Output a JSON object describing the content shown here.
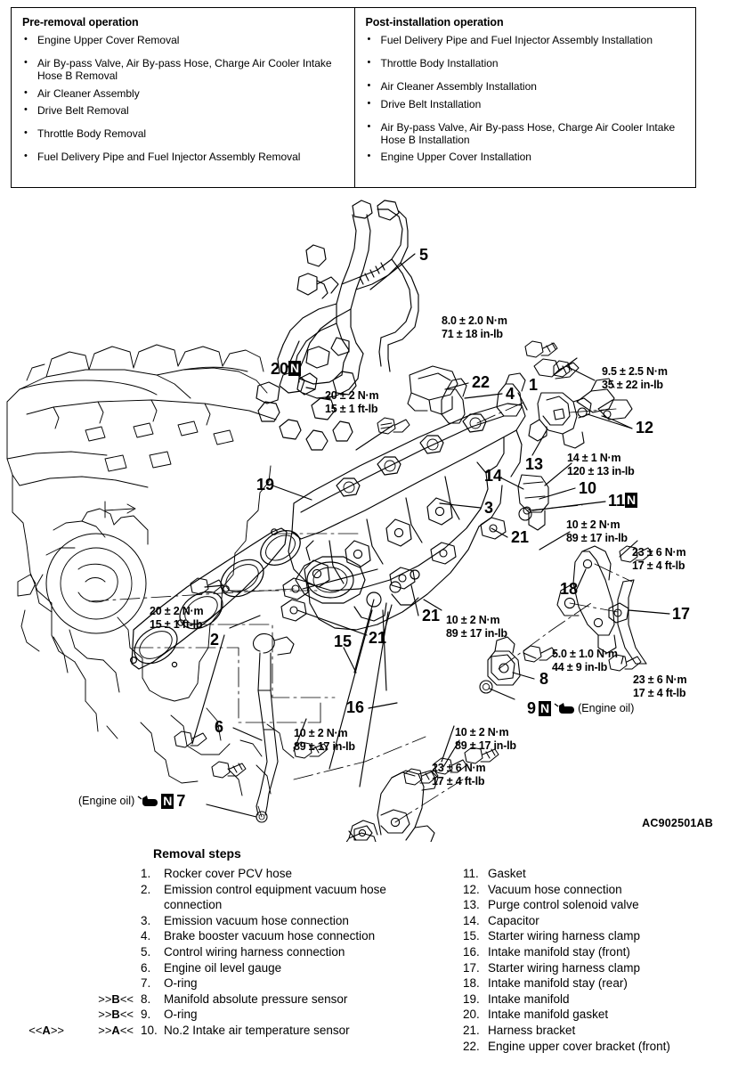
{
  "operations": {
    "pre": {
      "title": "Pre-removal operation",
      "items": [
        {
          "text": "Engine Upper Cover Removal",
          "spacing": "none"
        },
        {
          "text": "Air By-pass Valve, Air By-pass Hose, Charge Air Cooler Intake Hose B Removal",
          "spacing": "gap"
        },
        {
          "text": "Air Cleaner Assembly",
          "spacing": "none"
        },
        {
          "text": "Drive Belt Removal",
          "spacing": "none"
        },
        {
          "text": "Throttle Body Removal",
          "spacing": "gap"
        },
        {
          "text": "Fuel Delivery Pipe and Fuel Injector Assembly Removal",
          "spacing": "gap"
        }
      ]
    },
    "post": {
      "title": "Post-installation operation",
      "items": [
        {
          "text": "Fuel Delivery Pipe and Fuel Injector Assembly Installation",
          "spacing": "none"
        },
        {
          "text": "Throttle Body Installation",
          "spacing": "gap"
        },
        {
          "text": "Air Cleaner Assembly Installation",
          "spacing": "gap"
        },
        {
          "text": "Drive Belt Installation",
          "spacing": "none"
        },
        {
          "text": "Air By-pass Valve, Air By-pass Hose, Charge Air Cooler Intake Hose B Installation",
          "spacing": "gap"
        },
        {
          "text": "Engine Upper Cover Installation",
          "spacing": "none"
        }
      ]
    }
  },
  "figure": {
    "drawing_code": "AC902501AB",
    "torque_specs": [
      {
        "id": "t-8-0",
        "nm": "8.0 ± 2.0 N·m",
        "imperial": "71 ± 18 in-lb"
      },
      {
        "id": "t-20-top",
        "nm": "20 ± 2 N·m",
        "imperial": "15 ± 1 ft-lb"
      },
      {
        "id": "t-9-5",
        "nm": "9.5 ± 2.5 N·m",
        "imperial": "35 ± 22 in-lb"
      },
      {
        "id": "t-14",
        "nm": "14 ± 1 N·m",
        "imperial": "120 ± 13 in-lb"
      },
      {
        "id": "t-10-right",
        "nm": "10 ± 2 N·m",
        "imperial": "89 ± 17 in-lb"
      },
      {
        "id": "t-23-upper",
        "nm": "23 ± 6 N·m",
        "imperial": "17 ± 4 ft-lb"
      },
      {
        "id": "t-20-left",
        "nm": "20 ± 2 N·m",
        "imperial": "15 ± 1 ft-lb"
      },
      {
        "id": "t-10-center",
        "nm": "10 ± 2 N·m",
        "imperial": "89 ± 17 in-lb"
      },
      {
        "id": "t-5-0",
        "nm": "5.0 ± 1.0 N·m",
        "imperial": "44 ± 9 in-lb"
      },
      {
        "id": "t-23-lower",
        "nm": "23 ± 6 N·m",
        "imperial": "17 ± 4 ft-lb"
      },
      {
        "id": "t-10-lowerleft",
        "nm": "10 ± 2 N·m",
        "imperial": "89 ± 17 in-lb"
      },
      {
        "id": "t-10-lowercenter",
        "nm": "10 ± 2 N·m",
        "imperial": "89 ± 17 in-lb"
      },
      {
        "id": "t-23-bottom",
        "nm": "23 ± 6 N·m",
        "imperial": "17 ± 4 ft-lb"
      }
    ],
    "leaders": [
      {
        "id": "l5",
        "label": "5"
      },
      {
        "id": "l20",
        "label": "20",
        "badge": "N"
      },
      {
        "id": "l22",
        "label": "22"
      },
      {
        "id": "l4",
        "label": "4"
      },
      {
        "id": "l1",
        "label": "1"
      },
      {
        "id": "l12",
        "label": "12"
      },
      {
        "id": "l13",
        "label": "13"
      },
      {
        "id": "l14",
        "label": "14"
      },
      {
        "id": "l10",
        "label": "10"
      },
      {
        "id": "l11",
        "label": "11",
        "badge": "N"
      },
      {
        "id": "l19",
        "label": "19"
      },
      {
        "id": "l3",
        "label": "3"
      },
      {
        "id": "l21a",
        "label": "21"
      },
      {
        "id": "l21b",
        "label": "21"
      },
      {
        "id": "l21c",
        "label": "21"
      },
      {
        "id": "l18",
        "label": "18"
      },
      {
        "id": "l17",
        "label": "17"
      },
      {
        "id": "l2",
        "label": "2"
      },
      {
        "id": "l15",
        "label": "15"
      },
      {
        "id": "l16",
        "label": "16"
      },
      {
        "id": "l6",
        "label": "6"
      },
      {
        "id": "l8",
        "label": "8"
      }
    ],
    "oil_notes": [
      {
        "id": "oil-9",
        "number": "9",
        "badge": "N",
        "label": "(Engine oil)",
        "order": "number-first"
      },
      {
        "id": "oil-7",
        "number": "7",
        "badge": "N",
        "label": "(Engine oil)",
        "order": "label-first"
      }
    ]
  },
  "removal_steps": {
    "title": "Removal steps",
    "column1": [
      {
        "num": "1.",
        "label": "Rocker cover PCV hose",
        "prefix_a": "",
        "prefix_b": ""
      },
      {
        "num": "2.",
        "label": "Emission control equipment vacuum hose connection",
        "prefix_a": "",
        "prefix_b": ""
      },
      {
        "num": "3.",
        "label": "Emission vacuum hose connection",
        "prefix_a": "",
        "prefix_b": ""
      },
      {
        "num": "4.",
        "label": "Brake booster vacuum hose connection",
        "prefix_a": "",
        "prefix_b": ""
      },
      {
        "num": "5.",
        "label": "Control wiring harness connection",
        "prefix_a": "",
        "prefix_b": ""
      },
      {
        "num": "6.",
        "label": "Engine oil level gauge",
        "prefix_a": "",
        "prefix_b": ""
      },
      {
        "num": "7.",
        "label": "O-ring",
        "prefix_a": "",
        "prefix_b": ""
      },
      {
        "num": "8.",
        "label": "Manifold absolute pressure sensor",
        "prefix_a": "",
        "prefix_b": ">>B<<"
      },
      {
        "num": "9.",
        "label": "O-ring",
        "prefix_a": "",
        "prefix_b": ">>B<<"
      },
      {
        "num": "10.",
        "label": "No.2 Intake air temperature sensor",
        "prefix_a": "<<A>>",
        "prefix_b": ">>A<<"
      }
    ],
    "column2": [
      {
        "num": "11.",
        "label": "Gasket"
      },
      {
        "num": "12.",
        "label": "Vacuum hose connection"
      },
      {
        "num": "13.",
        "label": "Purge control solenoid valve"
      },
      {
        "num": "14.",
        "label": "Capacitor"
      },
      {
        "num": "15.",
        "label": "Starter wiring harness clamp"
      },
      {
        "num": "16.",
        "label": "Intake manifold stay (front)"
      },
      {
        "num": "17.",
        "label": "Starter wiring harness clamp"
      },
      {
        "num": "18.",
        "label": "Intake manifold stay (rear)"
      },
      {
        "num": "19.",
        "label": "Intake manifold"
      },
      {
        "num": "20.",
        "label": "Intake manifold gasket"
      },
      {
        "num": "21.",
        "label": "Harness bracket"
      },
      {
        "num": "22.",
        "label": "Engine upper cover bracket (front)"
      }
    ]
  }
}
